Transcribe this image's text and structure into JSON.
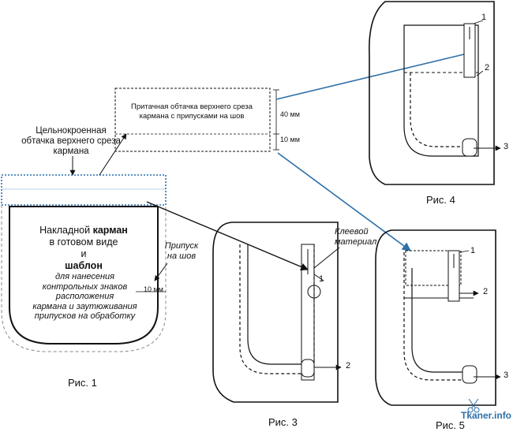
{
  "figure1": {
    "caption": "Рис. 1",
    "label_one_piece_facing": [
      "Цельнокроенная",
      "обтачка верхнего среза",
      "кармана"
    ],
    "pocket_title_1_pre": "Накладной ",
    "pocket_title_1_bold": "карман",
    "pocket_title_2": "в готовом виде",
    "pocket_title_3": "и",
    "pocket_title_4": "шаблон",
    "pocket_desc": [
      "для нанесения",
      "контрольных знаков",
      "расположения",
      "кармана и заутюживания",
      "припусков на обработку"
    ],
    "allowance_label": [
      "Припуск",
      "на шов"
    ],
    "allowance_value": "10 мм"
  },
  "facing_detail": {
    "text": [
      "Притачная обтачка верхнего среза",
      "кармана с припусками на шов"
    ],
    "dim_top": "40 мм",
    "dim_bottom": "10 мм"
  },
  "figure3": {
    "caption": "Рис. 3",
    "glue_label": [
      "Клеевой",
      "материал"
    ],
    "marker_1": "1",
    "marker_2": "2"
  },
  "figure4": {
    "caption": "Рис. 4",
    "marker_1": "1",
    "marker_2": "2",
    "marker_3": "3"
  },
  "figure5": {
    "caption": "Рис. 5",
    "marker_1": "1",
    "marker_2": "2",
    "marker_3": "3"
  },
  "watermark": "Tkaner.info",
  "colors": {
    "line": "#111111",
    "blue_arrow": "#2e6fa8",
    "facing_dots": "#2a6fb0"
  }
}
